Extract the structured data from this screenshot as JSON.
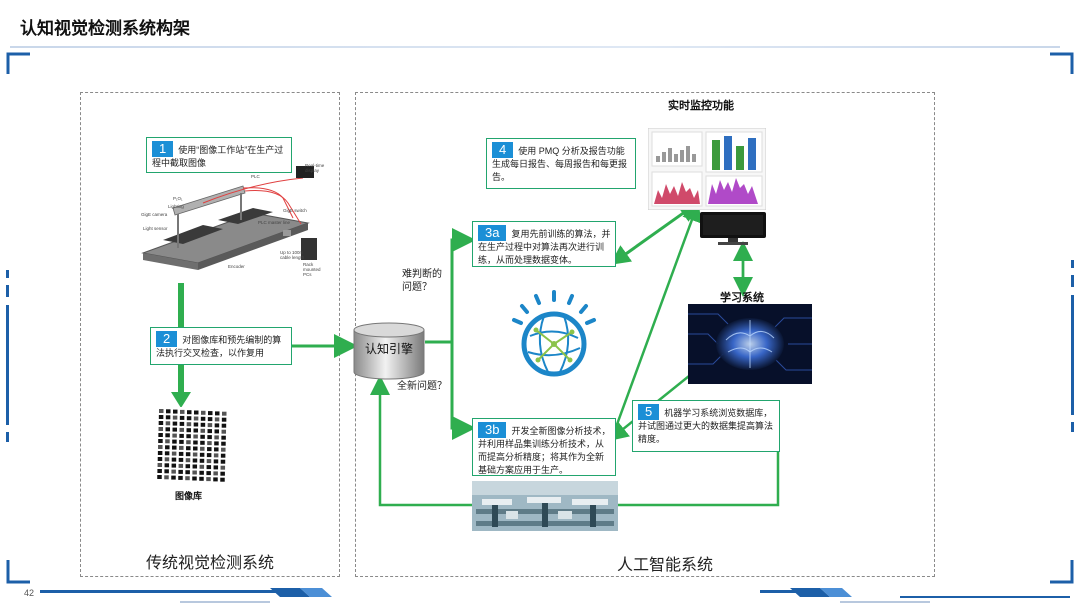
{
  "page": {
    "title": "认知视觉检测系统构架",
    "page_number": "42"
  },
  "left_panel": {
    "label": "传统视觉检测系统",
    "image_library_label": "图像库"
  },
  "right_panel": {
    "label": "人工智能系统",
    "realtime_label": "实时监控功能",
    "learning_label": "学习系统"
  },
  "engine": {
    "label": "认知引擎"
  },
  "questions": {
    "hard": "难判断的问题？",
    "new": "全新问题？"
  },
  "steps": [
    {
      "num": "1",
      "text": "使用“图像工作站”在生产过程中截取图像"
    },
    {
      "num": "2",
      "text": "对图像库和预先编制的算法执行交叉检查，以作复用"
    },
    {
      "num": "3a",
      "text": "复用先前训练的算法，并在生产过程中对算法再次进行训练，从而处理数据变体。"
    },
    {
      "num": "3b",
      "text": "开发全新图像分析技术，并利用样品集训练分析技术，从而提高分析精度；将其作为全新基础方案应用于生产。"
    },
    {
      "num": "4",
      "text": "使用 PMQ 分析及报告功能生成每日报告、每周报告和每更报告。"
    },
    {
      "num": "5",
      "text": "机器学习系统浏览数据库，并试图通过更大的数据集提高算法精度。"
    }
  ],
  "machine_labels": [
    "Real-time display",
    "PLC",
    "P₁O₁",
    "Lighting",
    "GigE camera",
    "Light sensor",
    "Encoder",
    "PLC master line",
    "GigE switch",
    "Up to 100m cable length",
    "Rack mounted PCs"
  ],
  "colors": {
    "arrow": "#2fae4f",
    "accent": "#1b8fd6",
    "border": "#8a8a8a"
  }
}
